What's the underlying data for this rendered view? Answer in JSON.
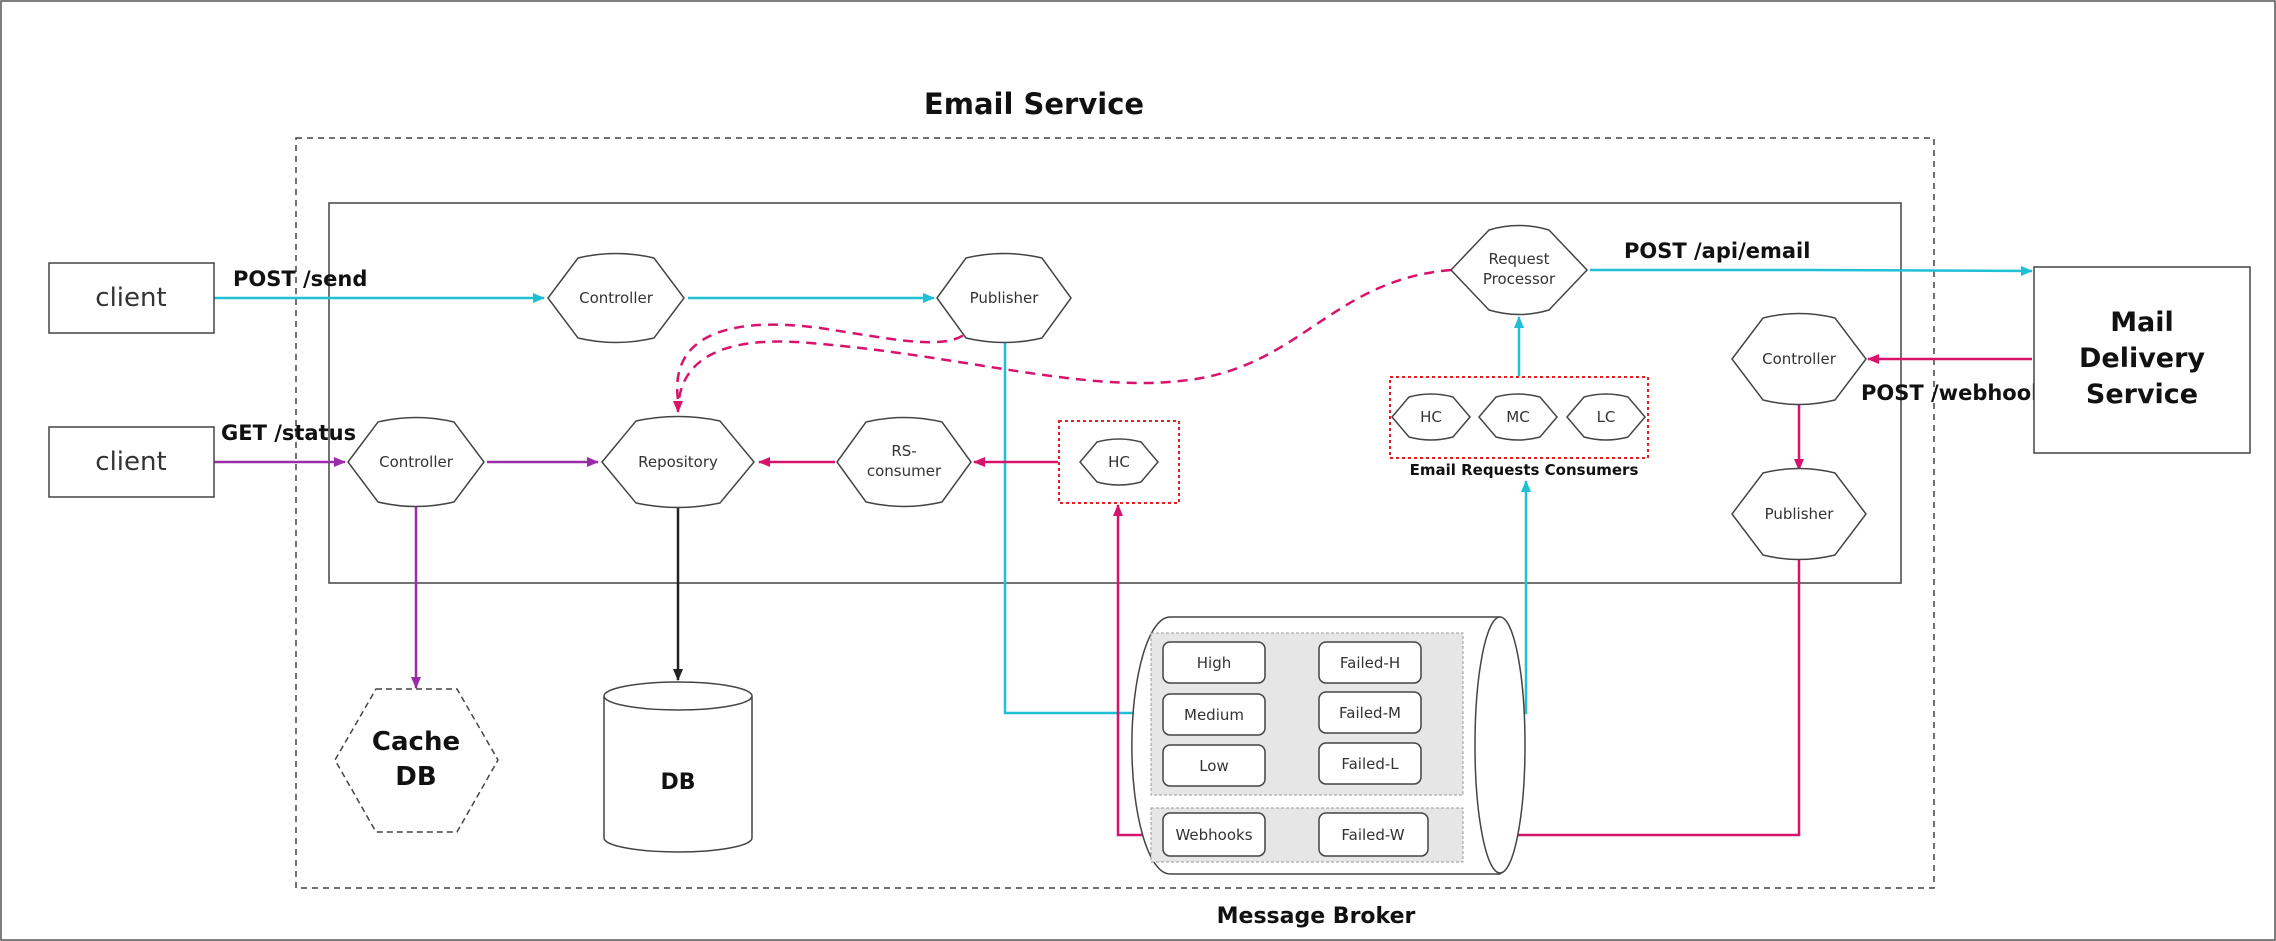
{
  "colors": {
    "cyan": "#1fbfd6",
    "purple": "#9b2ca8",
    "magenta": "#d8136b",
    "black": "#222222",
    "queue_fill": "#e6e6e6"
  },
  "title": "Email Service",
  "broker_label": "Message Broker",
  "clients": [
    "client",
    "client"
  ],
  "edges": {
    "post_send": "POST /send",
    "get_status": "GET /status",
    "post_api_email": "POST /api/email",
    "post_webhook": "POST /webhook"
  },
  "nodes": {
    "controller_top": "Controller",
    "publisher_top": "Publisher",
    "request_processor": [
      "Request",
      "Processor"
    ],
    "controller_status": "Controller",
    "repository": "Repository",
    "rs_consumer": [
      "RS-",
      "consumer"
    ],
    "hc_webhook": "HC",
    "controller_webhook": "Controller",
    "publisher_webhook": "Publisher",
    "mail_delivery": [
      "Mail",
      "Delivery",
      "Service"
    ],
    "cache_db": [
      "Cache",
      "DB"
    ],
    "db": "DB"
  },
  "consumers": {
    "items": [
      "HC",
      "MC",
      "LC"
    ],
    "caption": "Email Requests Consumers"
  },
  "queues": {
    "email": [
      "High",
      "Medium",
      "Low"
    ],
    "failed": [
      "Failed-H",
      "Failed-M",
      "Failed-L"
    ],
    "webhooks": "Webhooks",
    "failed_webhooks": "Failed-W"
  }
}
